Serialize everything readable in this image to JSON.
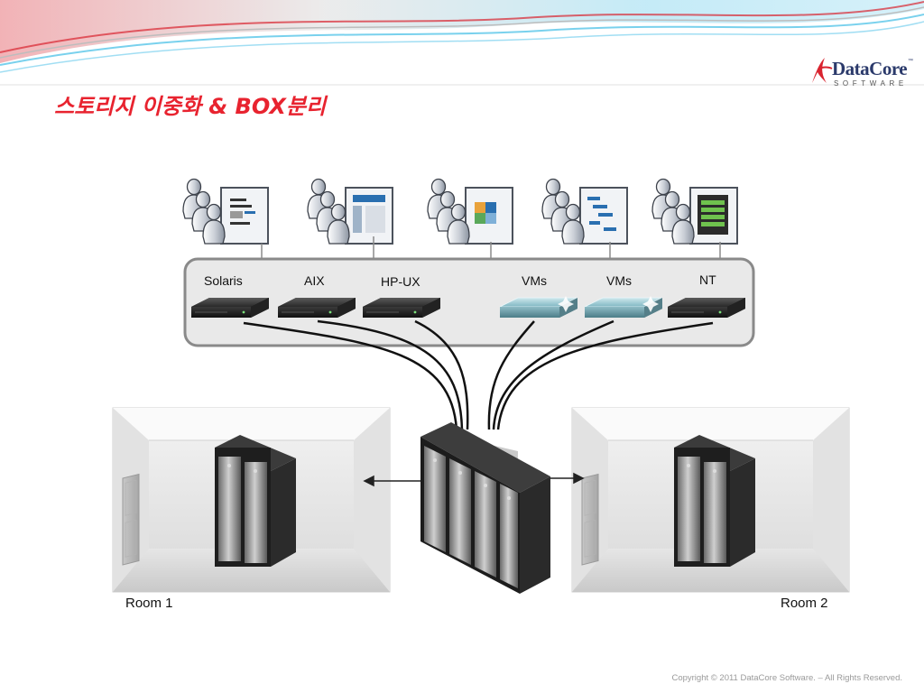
{
  "slide": {
    "title": "스토리지 이중화 & BOX분리",
    "copyright": "Copyright © 2011 DataCore Software. – All Rights Reserved."
  },
  "logo": {
    "name": "DataCore",
    "tm": "™",
    "sub": "SOFTWARE"
  },
  "servers": [
    {
      "label": "Solaris",
      "kind": "physical"
    },
    {
      "label": "AIX",
      "kind": "physical"
    },
    {
      "label": "HP-UX",
      "kind": "physical"
    },
    {
      "label": "VMs",
      "kind": "virtual"
    },
    {
      "label": "VMs",
      "kind": "virtual"
    },
    {
      "label": "NT",
      "kind": "physical"
    }
  ],
  "rooms": [
    {
      "label": "Room 1"
    },
    {
      "label": "Room 2"
    }
  ],
  "user_groups": [
    {
      "screen_icon": "document-screen-icon"
    },
    {
      "screen_icon": "web-page-screen-icon"
    },
    {
      "screen_icon": "cube-app-screen-icon"
    },
    {
      "screen_icon": "gantt-screen-icon"
    },
    {
      "screen_icon": "data-list-screen-icon"
    }
  ],
  "colors": {
    "title": "#e8232f",
    "panel_border": "#8a8a8a",
    "panel_fill": "#e9e9e9",
    "cable": "#111111"
  }
}
